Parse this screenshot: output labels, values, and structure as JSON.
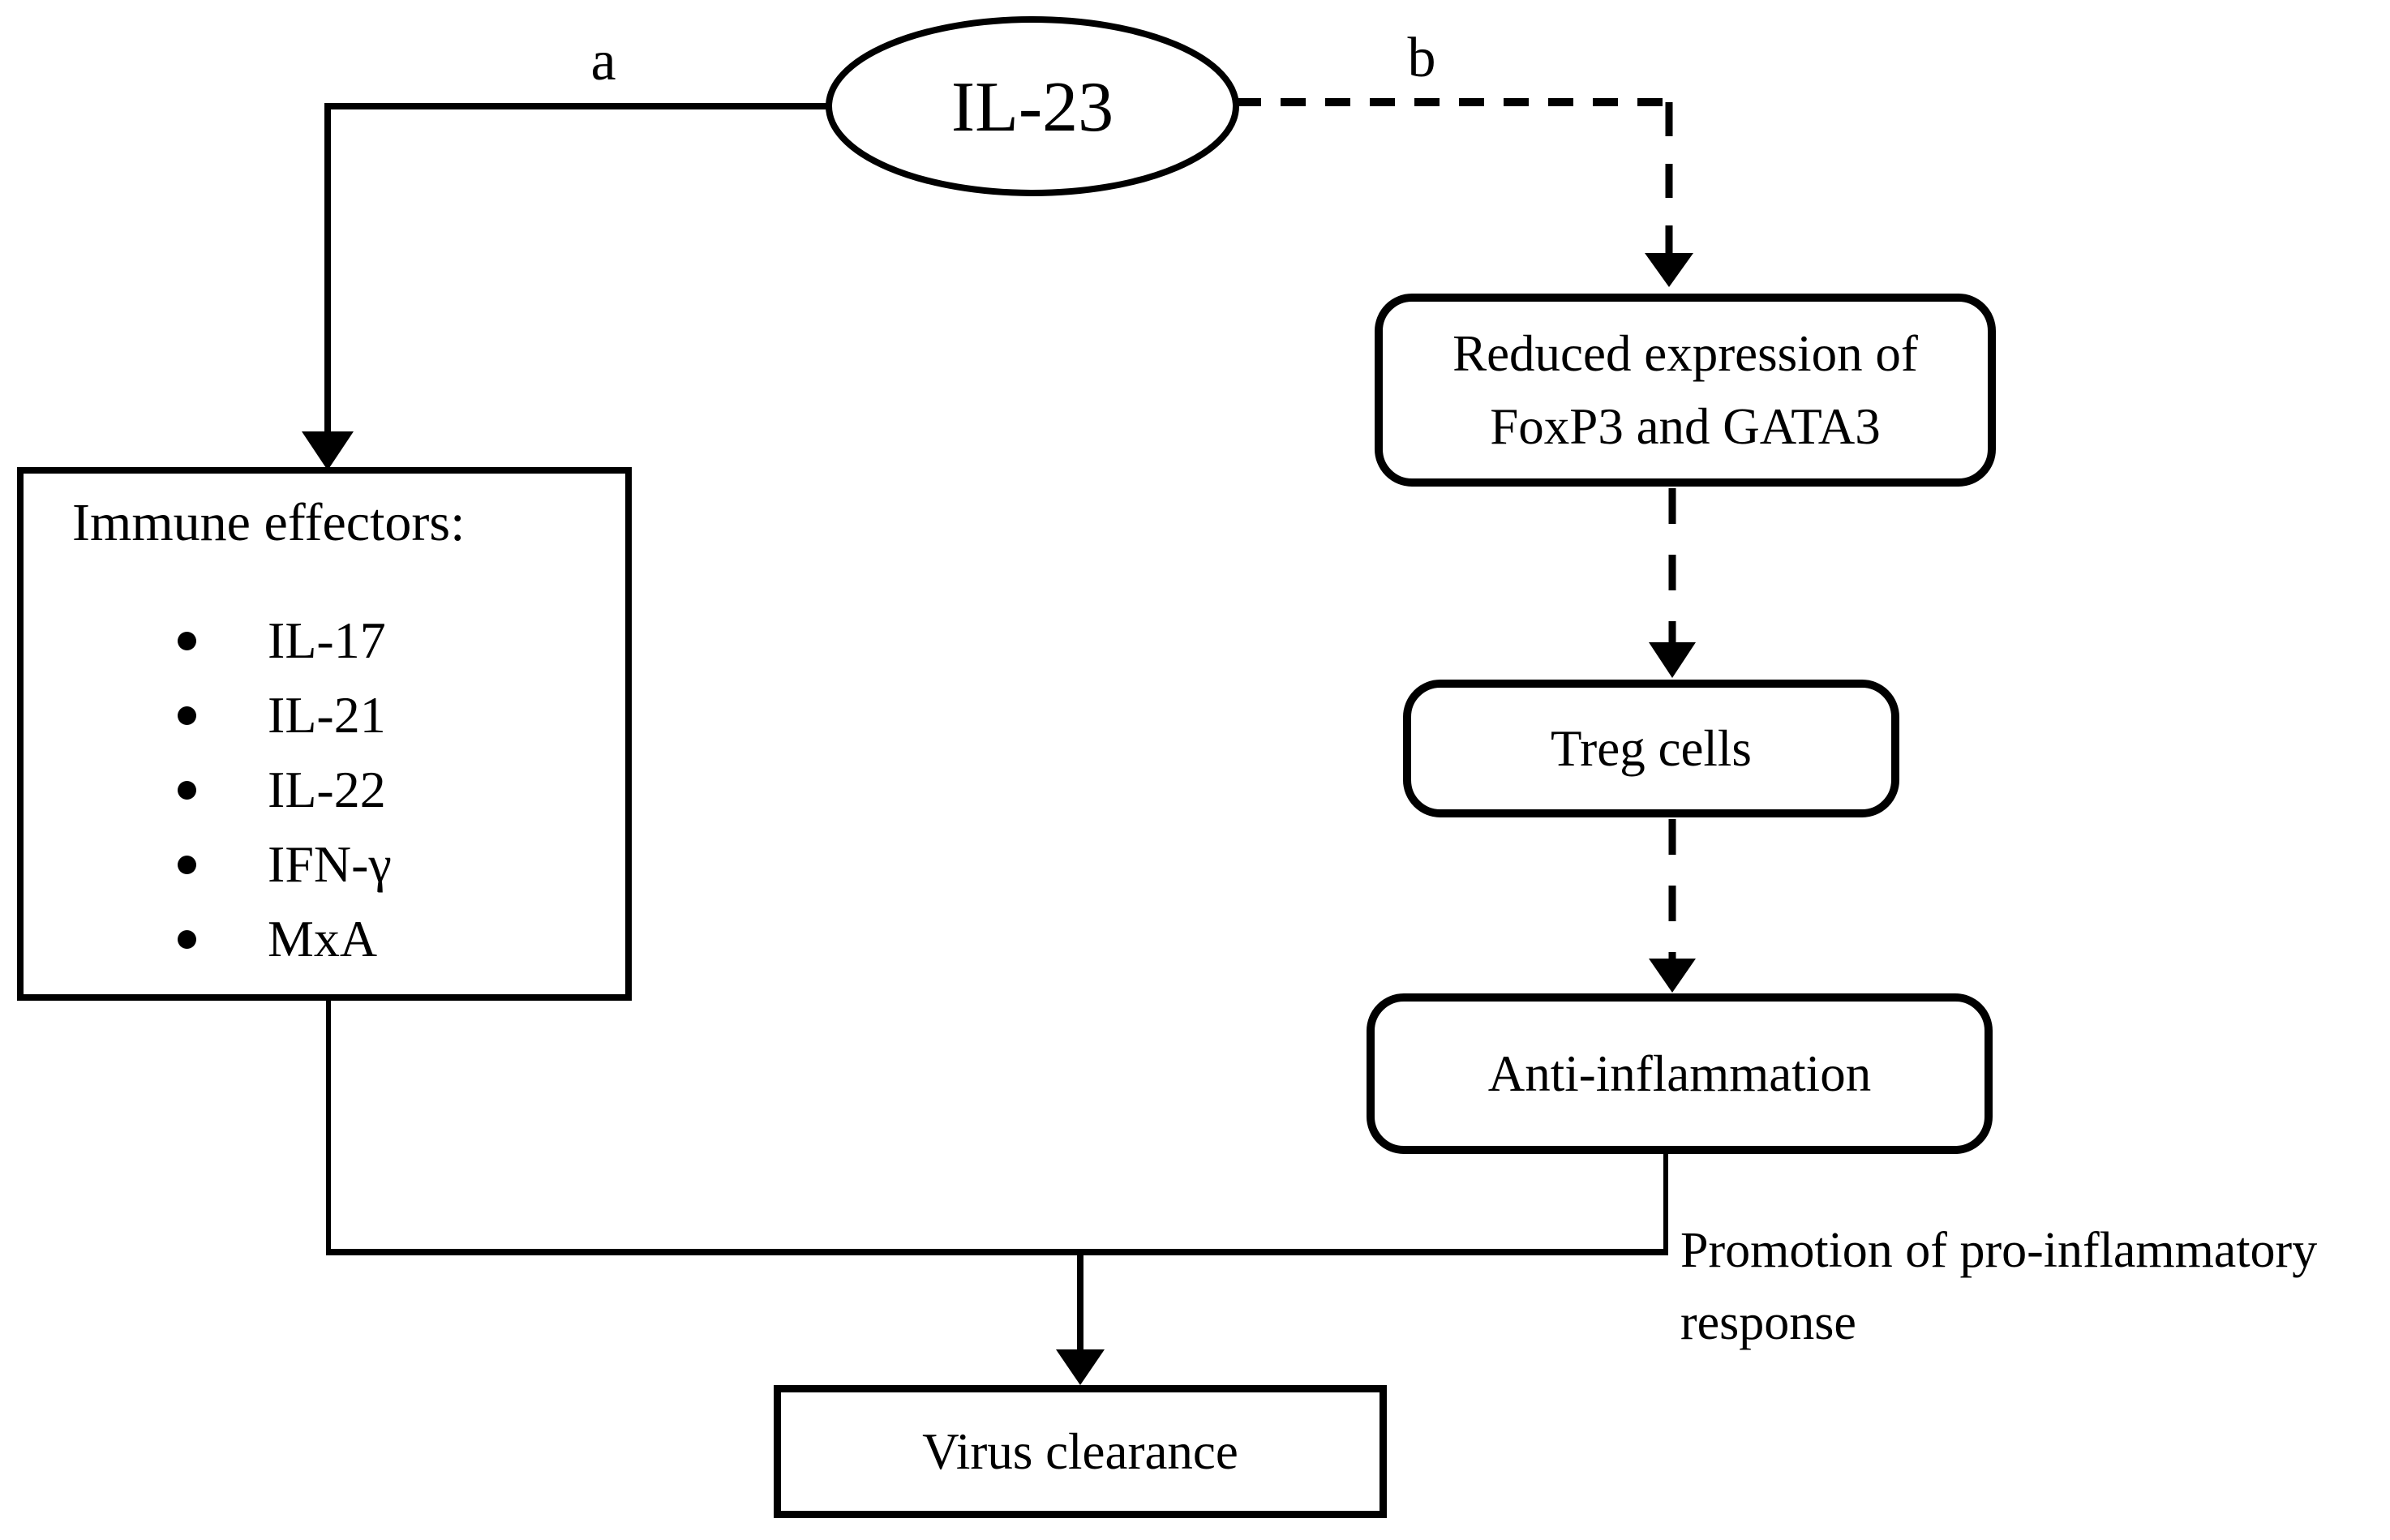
{
  "diagram": {
    "root_node": {
      "label": "IL-23"
    },
    "edge_labels": {
      "a": "a",
      "b": "b"
    },
    "immune_box": {
      "title": "Immune effectors:",
      "items": [
        "IL-17",
        "IL-21",
        "IL-22",
        "IFN-γ",
        "MxA"
      ]
    },
    "reduced_box": {
      "line1": "Reduced expression of",
      "line2": "FoxP3 and GATA3"
    },
    "treg_box": {
      "label": "Treg cells"
    },
    "anti_box": {
      "label": "Anti-inflammation"
    },
    "virus_box": {
      "label": "Virus clearance"
    },
    "promotion_note": {
      "line1": "Promotion of pro-inflammatory",
      "line2": "response"
    },
    "colors": {
      "ink": "#000000",
      "background": "#ffffff"
    }
  }
}
